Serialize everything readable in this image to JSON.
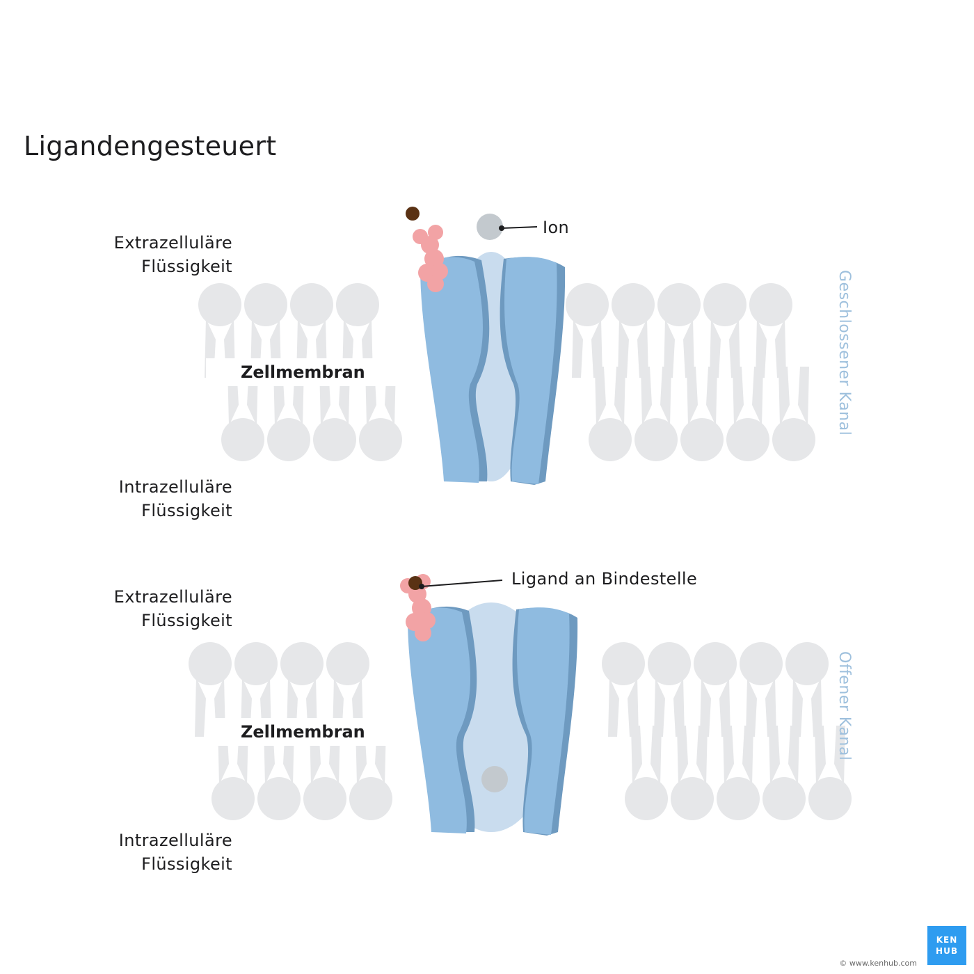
{
  "title": "Ligandengesteuert",
  "panels": {
    "closed": {
      "state_label": "Geschlossener Kanal",
      "extracellular": {
        "line1": "Extrazelluläre",
        "line2": "Flüssigkeit"
      },
      "intracellular": {
        "line1": "Intrazelluläre",
        "line2": "Flüssigkeit"
      },
      "membrane_label": "Zellmembran",
      "callout_ion": "Ion"
    },
    "open": {
      "state_label": "Offener Kanal",
      "extracellular": {
        "line1": "Extrazelluläre",
        "line2": "Flüssigkeit"
      },
      "intracellular": {
        "line1": "Intrazelluläre",
        "line2": "Flüssigkeit"
      },
      "membrane_label": "Zellmembran",
      "callout_ligand": "Ligand an Bindestelle"
    }
  },
  "colors": {
    "lipid": "#e6e7e9",
    "channel_front": "#8fbbe0",
    "channel_side": "#6e9ac0",
    "pore": "#c9dcee",
    "binding_site": "#f2a3a5",
    "ligand": "#5a3214",
    "ion": "#c3c9ce",
    "state_text": "#9ec0dd",
    "brand": "#2e9cf0"
  },
  "brand": {
    "badge_line1": "KEN",
    "badge_line2": "HUB",
    "copyright": "© www.kenhub.com"
  }
}
